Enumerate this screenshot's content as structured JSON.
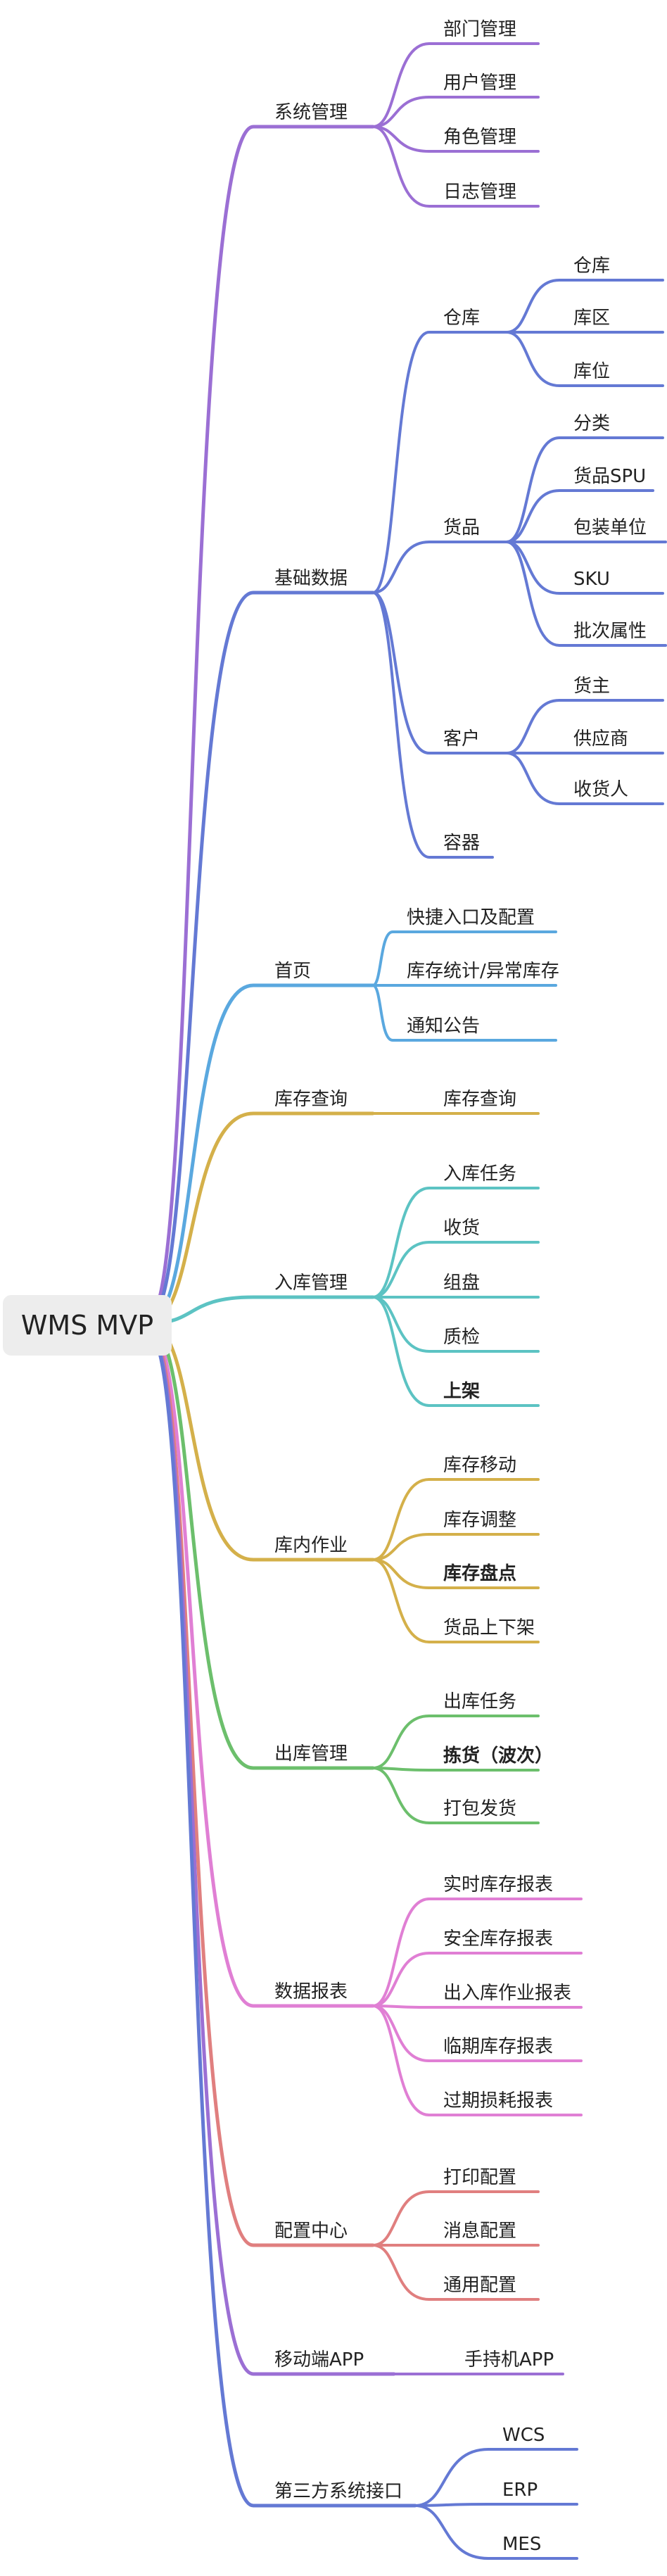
{
  "root": "WMS MVP",
  "colors": {
    "root_box": "#ededed",
    "label": "#222222"
  },
  "branches": [
    {
      "id": "b1",
      "label": "系统管理",
      "color": "#9b6fd4",
      "children": [
        {
          "id": "b1c1",
          "label": "部门管理"
        },
        {
          "id": "b1c2",
          "label": "用户管理"
        },
        {
          "id": "b1c3",
          "label": "角色管理"
        },
        {
          "id": "b1c4",
          "label": "日志管理"
        }
      ]
    },
    {
      "id": "b2",
      "label": "基础数据",
      "color": "#6479d4",
      "children": [
        {
          "id": "b2c1",
          "label": "仓库",
          "children": [
            {
              "id": "b2c1g1",
              "label": "仓库"
            },
            {
              "id": "b2c1g2",
              "label": "库区"
            },
            {
              "id": "b2c1g3",
              "label": "库位"
            }
          ]
        },
        {
          "id": "b2c2",
          "label": "货品",
          "children": [
            {
              "id": "b2c2g1",
              "label": "分类"
            },
            {
              "id": "b2c2g2",
              "label": "货品SPU"
            },
            {
              "id": "b2c2g3",
              "label": "包装单位"
            },
            {
              "id": "b2c2g4",
              "label": "SKU"
            },
            {
              "id": "b2c2g5",
              "label": "批次属性"
            }
          ]
        },
        {
          "id": "b2c3",
          "label": "客户",
          "children": [
            {
              "id": "b2c3g1",
              "label": "货主"
            },
            {
              "id": "b2c3g2",
              "label": "供应商"
            },
            {
              "id": "b2c3g3",
              "label": "收货人"
            }
          ]
        },
        {
          "id": "b2c4",
          "label": "容器"
        }
      ]
    },
    {
      "id": "b3",
      "label": "首页",
      "color": "#5aa8df",
      "children": [
        {
          "id": "b3c1",
          "label": "快捷入口及配置"
        },
        {
          "id": "b3c2",
          "label": "库存统计/异常库存"
        },
        {
          "id": "b3c3",
          "label": "通知公告"
        }
      ]
    },
    {
      "id": "b4",
      "label": "库存查询",
      "color": "#d4b04a",
      "children": [
        {
          "id": "b4c1",
          "label": "库存查询"
        }
      ]
    },
    {
      "id": "b5",
      "label": "入库管理",
      "color": "#5cc3c3",
      "children": [
        {
          "id": "b5c1",
          "label": "入库任务"
        },
        {
          "id": "b5c2",
          "label": "收货"
        },
        {
          "id": "b5c3",
          "label": "组盘"
        },
        {
          "id": "b5c4",
          "label": "质检"
        },
        {
          "id": "b5c5",
          "label": "上架",
          "bold": true
        }
      ]
    },
    {
      "id": "b6",
      "label": "库内作业",
      "color": "#d4b04a",
      "children": [
        {
          "id": "b6c1",
          "label": "库存移动"
        },
        {
          "id": "b6c2",
          "label": "库存调整"
        },
        {
          "id": "b6c3",
          "label": "库存盘点",
          "bold": true
        },
        {
          "id": "b6c4",
          "label": "货品上下架"
        }
      ]
    },
    {
      "id": "b7",
      "label": "出库管理",
      "color": "#6cbf6c",
      "children": [
        {
          "id": "b7c1",
          "label": "出库任务"
        },
        {
          "id": "b7c2",
          "label": "拣货（波次）",
          "bold": true
        },
        {
          "id": "b7c3",
          "label": "打包发货"
        }
      ]
    },
    {
      "id": "b8",
      "label": "数据报表",
      "color": "#e07fd4",
      "children": [
        {
          "id": "b8c1",
          "label": "实时库存报表"
        },
        {
          "id": "b8c2",
          "label": "安全库存报表"
        },
        {
          "id": "b8c3",
          "label": "出入库作业报表"
        },
        {
          "id": "b8c4",
          "label": "临期库存报表"
        },
        {
          "id": "b8c5",
          "label": "过期损耗报表"
        }
      ]
    },
    {
      "id": "b9",
      "label": "配置中心",
      "color": "#e07f7f",
      "children": [
        {
          "id": "b9c1",
          "label": "打印配置"
        },
        {
          "id": "b9c2",
          "label": "消息配置"
        },
        {
          "id": "b9c3",
          "label": "通用配置"
        }
      ]
    },
    {
      "id": "b10",
      "label": "移动端APP",
      "color": "#9b6fd4",
      "children": [
        {
          "id": "b10c1",
          "label": "手持机APP"
        }
      ]
    },
    {
      "id": "b11",
      "label": "第三方系统接口",
      "color": "#6479d4",
      "children": [
        {
          "id": "b11c1",
          "label": "WCS"
        },
        {
          "id": "b11c2",
          "label": "ERP"
        },
        {
          "id": "b11c3",
          "label": "MES"
        }
      ]
    }
  ]
}
